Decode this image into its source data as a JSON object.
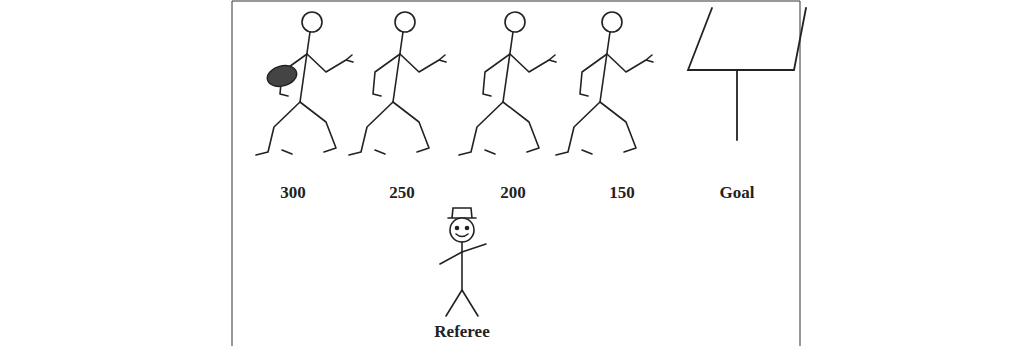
{
  "diagram": {
    "labels": [
      "300",
      "250",
      "200",
      "150",
      "Goal",
      "Referee"
    ]
  }
}
